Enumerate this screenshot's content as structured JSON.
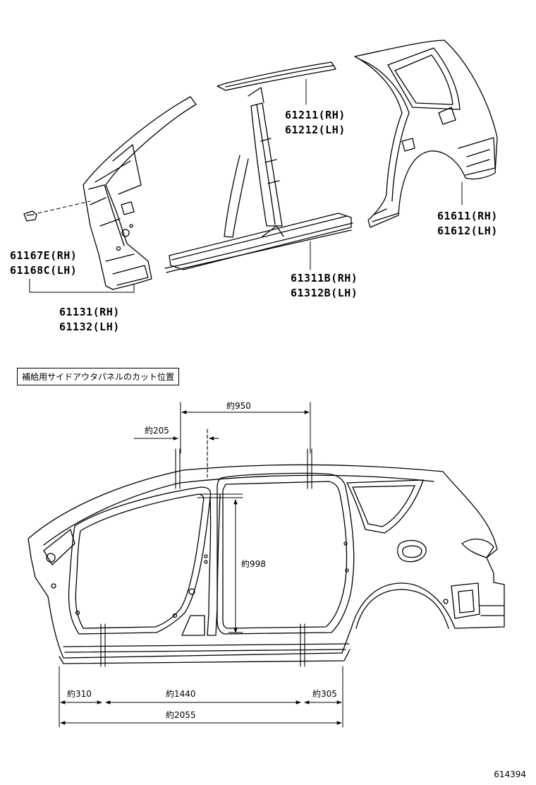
{
  "parts": {
    "clip": [
      "61167E(RH)",
      "61168C(LH)"
    ],
    "front_pillar": [
      "61131(RH)",
      "61132(LH)"
    ],
    "roof_side_rail": [
      "61211(RH)",
      "61212(LH)"
    ],
    "rocker_panel": [
      "61311B(RH)",
      "61312B(LH)"
    ],
    "quarter_panel": [
      "61611(RH)",
      "61612(LH)"
    ]
  },
  "cut_section": {
    "title": "補給用サイドアウタパネルのカット位置",
    "dimensions": {
      "top_span": "約950",
      "top_small": "約205",
      "height": "約998",
      "bottom_left": "約310",
      "bottom_mid": "約1440",
      "bottom_right": "約305",
      "bottom_total": "約2055"
    }
  },
  "illustration_code": "614394"
}
